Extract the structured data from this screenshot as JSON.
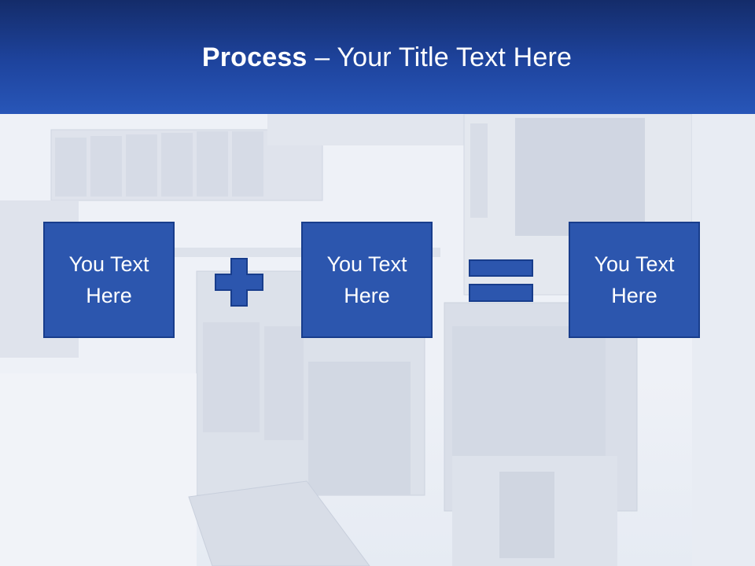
{
  "title": {
    "bold": "Process",
    "rest": " – Your Title Text Here"
  },
  "boxes": [
    {
      "label": "You Text\nHere"
    },
    {
      "label": "You Text\nHere"
    },
    {
      "label": "You Text\nHere"
    }
  ],
  "operators": [
    {
      "icon": "plus-icon"
    },
    {
      "icon": "equals-icon"
    }
  ],
  "colors": {
    "header": "#1e449e",
    "box_fill": "#2c56ae",
    "box_border": "#183d8c",
    "text": "#ffffff"
  }
}
